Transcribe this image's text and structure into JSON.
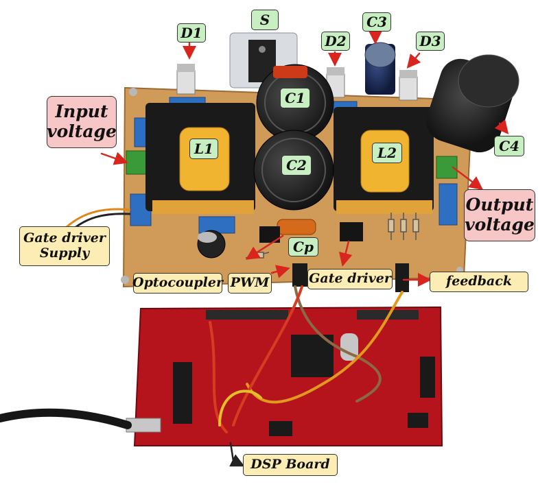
{
  "labels": {
    "s": "S",
    "d1": "D1",
    "d2": "D2",
    "d3": "D3",
    "c1": "C1",
    "c2": "C2",
    "c3": "C3",
    "c4": "C4",
    "l1": "L1",
    "l2": "L2",
    "cp": "Cp",
    "input_voltage_line1": "Input",
    "input_voltage_line2": "voltage",
    "output_voltage_line1": "Output",
    "output_voltage_line2": "voltage",
    "gate_driver_supply_line1": "Gate driver",
    "gate_driver_supply_line2": "Supply",
    "optocoupler": "Optocoupler",
    "pwm": "PWM",
    "gate_driver": "Gate driver",
    "feedback": "feedback",
    "dsp_board": "DSP Board"
  },
  "colors": {
    "pcb": "#d09a58",
    "dsp_board": "#b5141c",
    "arrow": "#d8261e",
    "arrow_dark": "#222222",
    "component_label_bg": "#c8efc2",
    "callout_bg": "#fbedb3",
    "voltage_label_bg": "#f7c6c6"
  }
}
